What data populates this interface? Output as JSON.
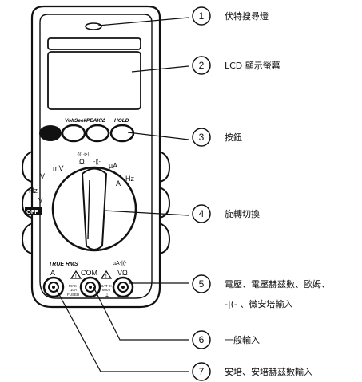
{
  "buttons": {
    "voltseek": "VoltSeek",
    "peak": "PEAK/Δ",
    "hold": "HOLD"
  },
  "dial": {
    "mv": "mV",
    "v_dc": "V",
    "v_ac": "V",
    "hz": "Hz",
    "hz2": "Hz",
    "ohm": "Ω",
    "diode": "·)))·⊳|·",
    "cap": "-|(-",
    "ua": "µA",
    "a": "A",
    "off": "OFF"
  },
  "jacks": {
    "true_rms": "TRUE RMS",
    "a": "A",
    "com": "COM",
    "vohm": "VΩ",
    "ua_cap": "µA-|(-",
    "max_10a": "MAX",
    "max_10a_2": "10A",
    "fused": "FUSED",
    "cat": "CAT III",
    "cat_v": "600V"
  },
  "callouts": [
    {
      "num": "1",
      "label": "伏特搜尋燈"
    },
    {
      "num": "2",
      "label": "LCD 顯示螢幕"
    },
    {
      "num": "3",
      "label": "按鈕"
    },
    {
      "num": "4",
      "label": "旋轉切換"
    },
    {
      "num": "5",
      "label": "電壓、電壓赫茲數、歐姆、",
      "label2": "-|(-  、微安培輸入"
    },
    {
      "num": "6",
      "label": "一般輸入"
    },
    {
      "num": "7",
      "label": "安培、安培赫茲數輸入"
    }
  ]
}
